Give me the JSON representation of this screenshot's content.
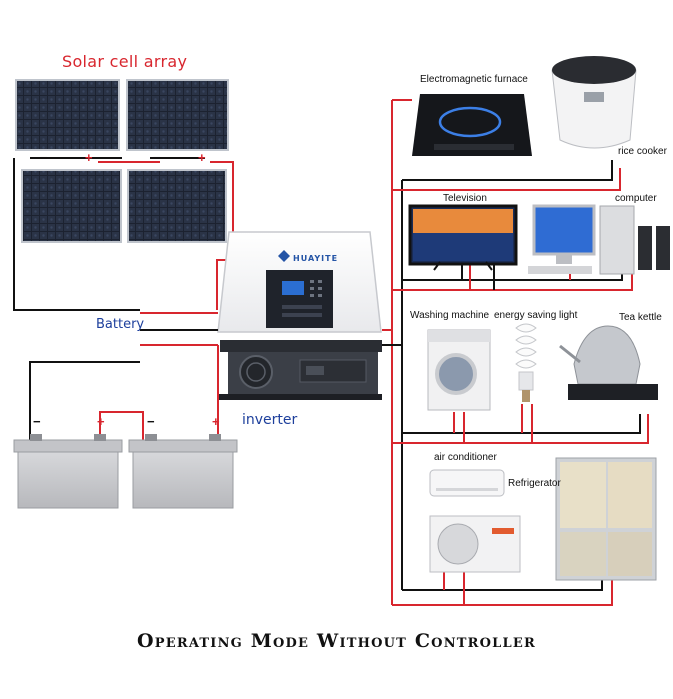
{
  "diagram": {
    "title": "Solar cell array",
    "caption": "Operating Mode Without Controller",
    "brand": "HUAYITE",
    "labels": {
      "battery": "Battery",
      "inverter": "inverter"
    },
    "appliances": {
      "electromagnetic_furnace": "Electromagnetic furnace",
      "rice_cooker": "rice cooker",
      "television": "Television",
      "computer": "computer",
      "washing_machine": "Washing machine",
      "energy_saving_light": "energy saving light",
      "tea_kettle": "Tea kettle",
      "air_conditioner": "air conditioner",
      "refrigerator": "Refrigerator"
    },
    "polarity": {
      "plus": "+",
      "minus": "−"
    },
    "colors": {
      "title_red": "#d8262e",
      "label_blue": "#1d3f9c",
      "wire_red": "#d8262e",
      "wire_black": "#111111",
      "panel_dark": "#1b2230",
      "battery_gray": "#c9cacd"
    }
  }
}
